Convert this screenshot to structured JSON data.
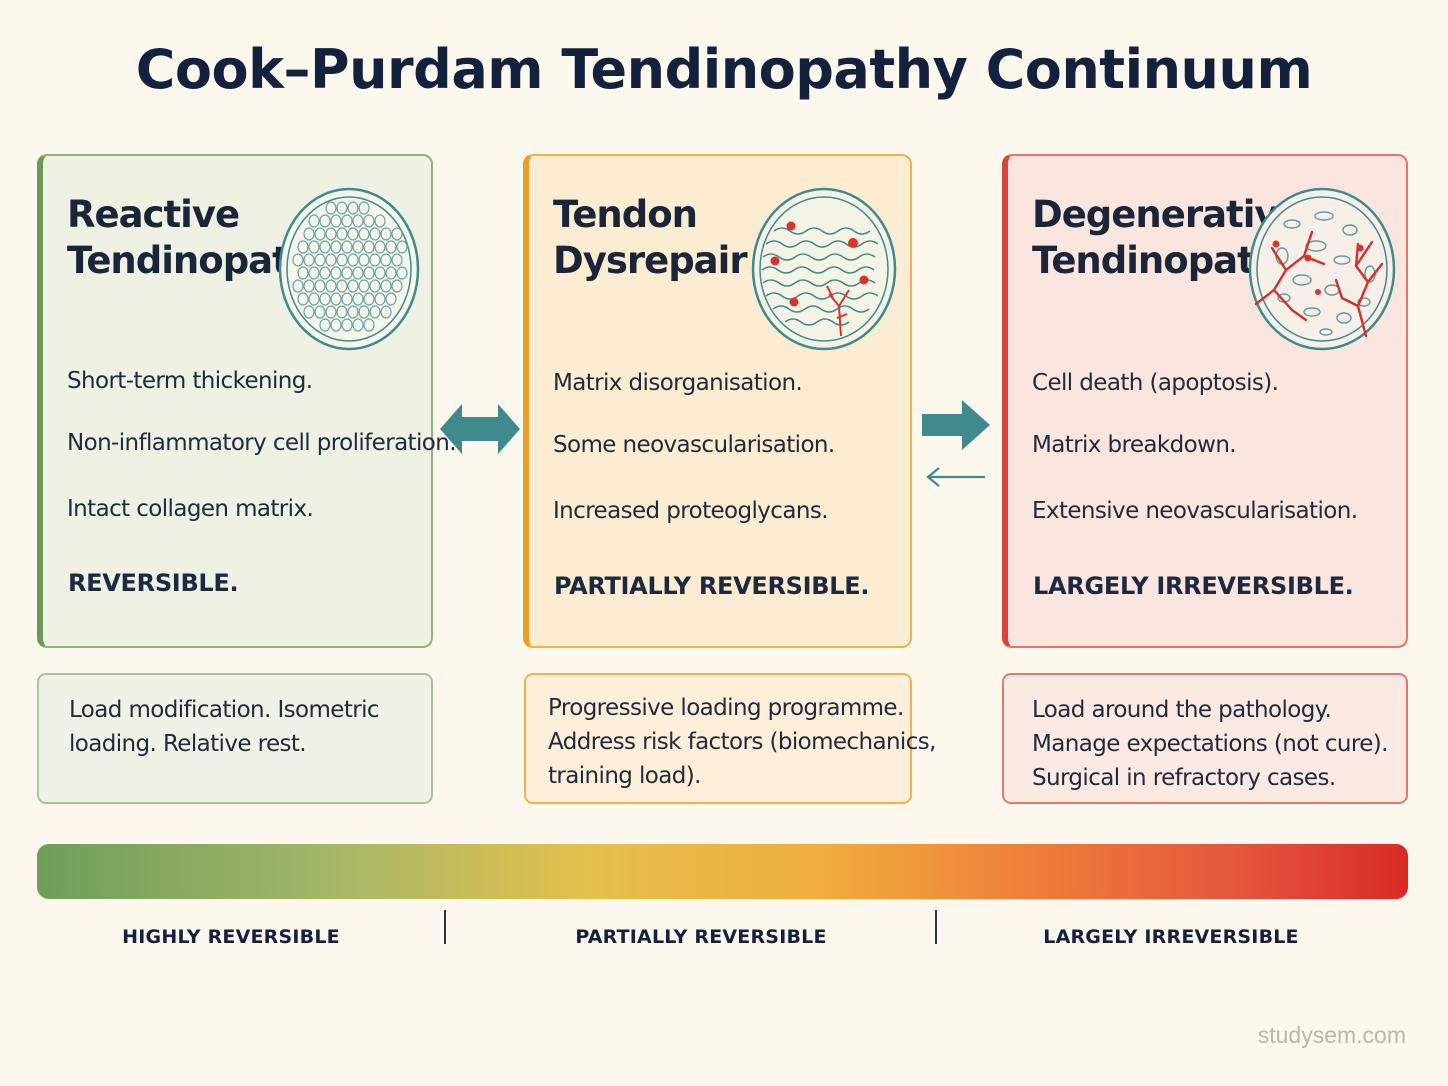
{
  "title": "Cook–Purdam Tendinopathy Continuum",
  "stages": [
    {
      "title_line1": "Reactive",
      "title_line2": "Tendinopathy",
      "features": [
        "Short-term thickening.",
        "Non-inflammatory cell proliferation.",
        "Intact collagen matrix."
      ],
      "verdict": "REVERSIBLE.",
      "management": [
        "Load modification. Isometric",
        "loading. Relative rest."
      ],
      "color": "#6b9a55"
    },
    {
      "title_line1": "Tendon",
      "title_line2": "Dysrepair",
      "features": [
        "Matrix disorganisation.",
        "Some neovascularisation.",
        "Increased proteoglycans."
      ],
      "verdict": "PARTIALLY REVERSIBLE.",
      "management": [
        "Progressive loading programme.",
        "Address risk factors (biomechanics,",
        "training load)."
      ],
      "color": "#e9a02a"
    },
    {
      "title_line1": "Degenerative",
      "title_line2": "Tendinopathy",
      "features": [
        "Cell death (apoptosis).",
        "Matrix breakdown.",
        "Extensive neovascularisation."
      ],
      "verdict": "LARGELY IRREVERSIBLE.",
      "management": [
        "Load around the pathology.",
        "Manage expectations (not cure).",
        "Surgical in refractory cases."
      ],
      "color": "#d9433a"
    }
  ],
  "scale": {
    "labels": [
      "HIGHLY REVERSIBLE",
      "PARTIALLY REVERSIBLE",
      "LARGELY IRREVERSIBLE"
    ]
  },
  "icons": [
    "bidirectional-arrow-icon",
    "forward-arrow-icon",
    "back-arrow-icon",
    "tendon-cross-section-icon"
  ],
  "accent_teal": "#3f8a8c",
  "watermark": "studysem.com"
}
